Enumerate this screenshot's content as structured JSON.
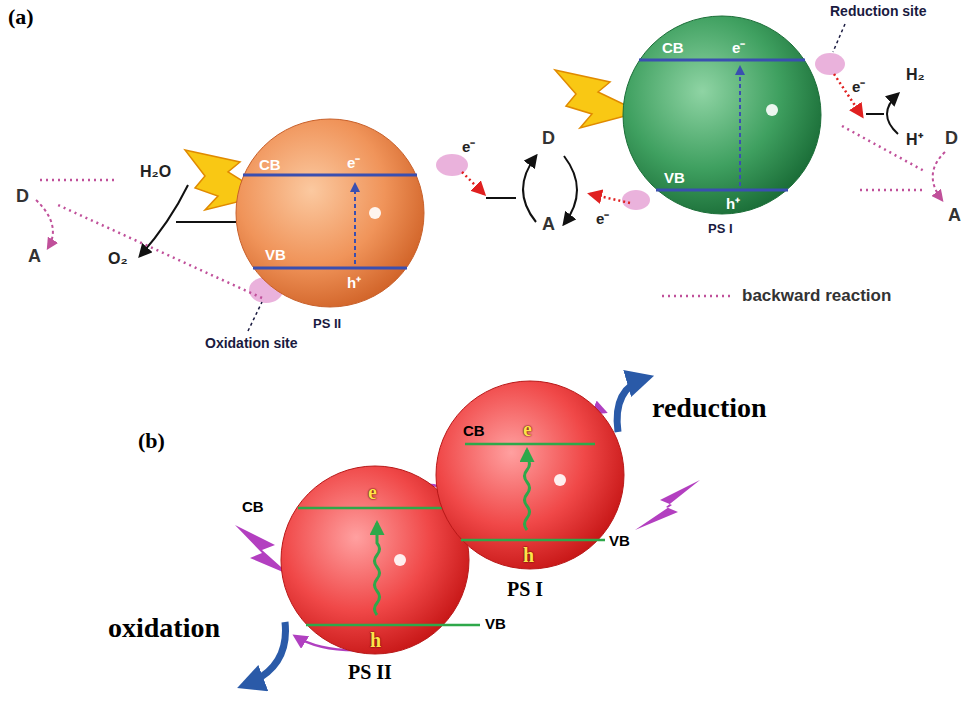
{
  "diagram": {
    "nodes": [
      {
        "text": [
          "CB",
          "e⁻",
          "VB",
          "h⁺",
          "PS II"
        ]
      },
      {
        "text": [
          "CB",
          "e⁻",
          "VB",
          "h⁺",
          "PS I"
        ]
      },
      {
        "text": [
          "CB",
          "e",
          "VB",
          "h",
          "PS II"
        ]
      },
      {
        "text": [
          "CB",
          "e",
          "VB",
          "h",
          "PS I"
        ]
      }
    ],
    "labels": [
      "(a)",
      "D",
      "A",
      "H₂O",
      "O₂",
      "Oxidation site",
      "e⁻",
      "D",
      "A",
      "e⁻",
      "Reduction site",
      "e⁻",
      "H₂",
      "H⁺",
      "D",
      "A",
      "(b)",
      "oxidation",
      "reduction"
    ],
    "legend": [
      {
        "text": "backward reaction"
      }
    ]
  }
}
